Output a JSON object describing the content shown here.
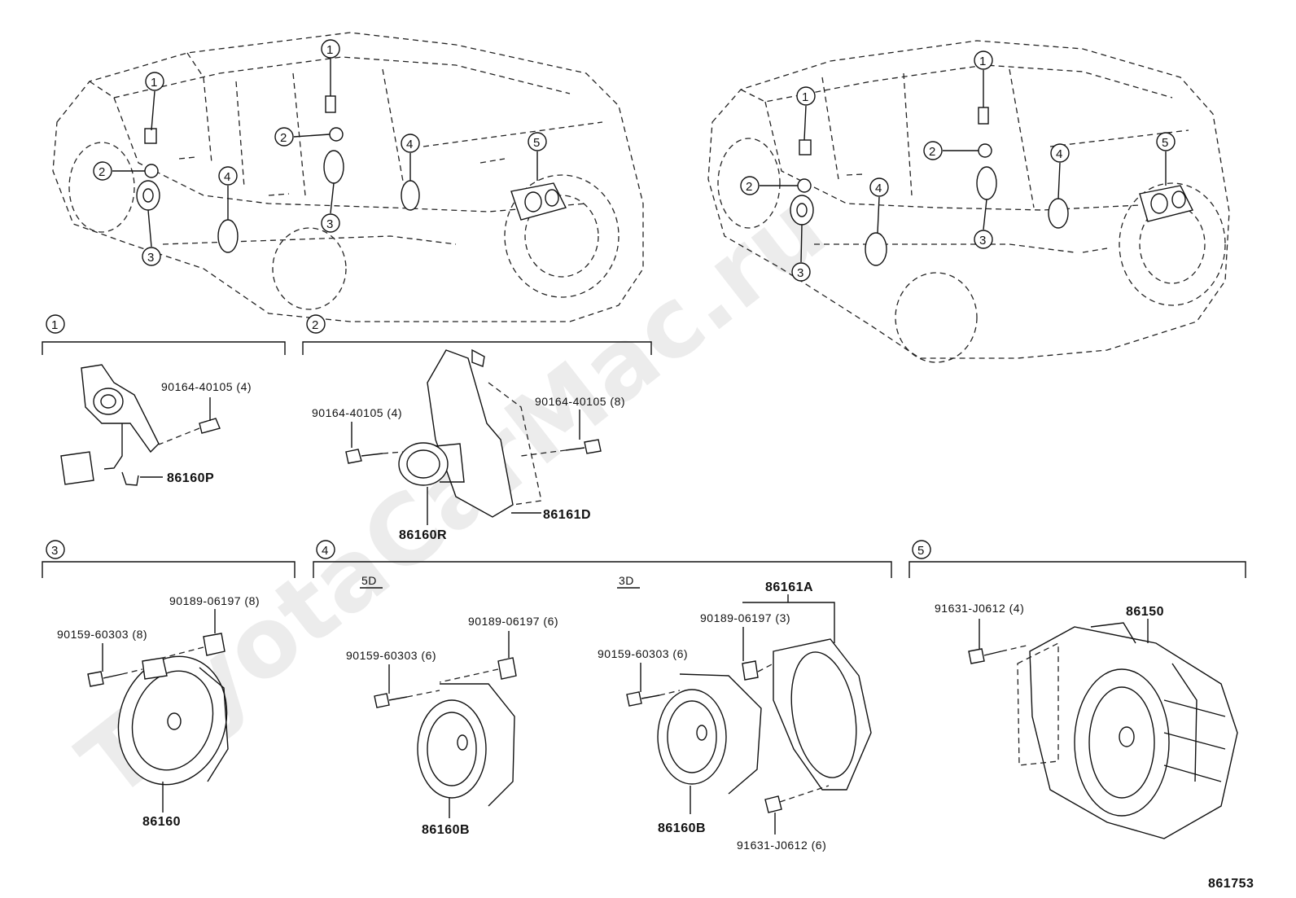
{
  "watermark": "ToyotaCarMac.ru",
  "diagram_id": "861753",
  "callouts": [
    "1",
    "2",
    "3",
    "4",
    "5"
  ],
  "subtypes": {
    "five_door": "5D",
    "three_door": "3D"
  },
  "sections": {
    "s1": {
      "num": "1",
      "bolt": "90164-40105 (4)",
      "part": "86160P"
    },
    "s2": {
      "num": "2",
      "bolt_left": "90164-40105 (4)",
      "bolt_right": "90164-40105 (8)",
      "speaker": "86160R",
      "bracket": "86161D"
    },
    "s3": {
      "num": "3",
      "clip": "90189-06197 (8)",
      "screw": "90159-60303 (8)",
      "part": "86160"
    },
    "s4": {
      "num": "4",
      "fd_clip": "90189-06197 (6)",
      "fd_screw": "90159-60303 (6)",
      "fd_part": "86160B",
      "td_bracket": "86161A",
      "td_clip": "90189-06197 (3)",
      "td_screw": "90159-60303 (6)",
      "td_part": "86160B",
      "td_bolt": "91631-J0612 (6)"
    },
    "s5": {
      "num": "5",
      "bolt": "91631-J0612 (4)",
      "part": "86150"
    }
  }
}
